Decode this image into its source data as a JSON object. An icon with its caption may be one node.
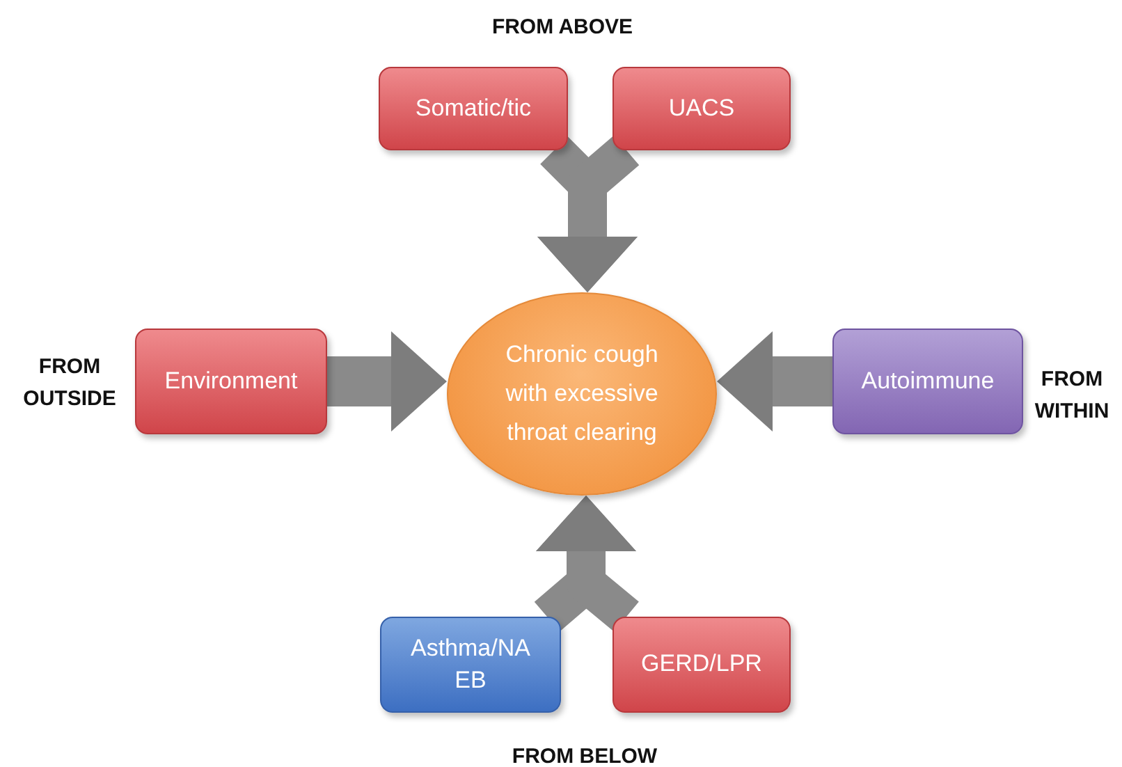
{
  "diagram": {
    "nodes": [
      {
        "text": [
          "Somatic/tic"
        ]
      },
      {
        "text": [
          "UACS"
        ]
      },
      {
        "text": [
          "Environment"
        ]
      },
      {
        "text": [
          "Chronic cough with excessive throat clearing"
        ]
      },
      {
        "text": [
          "Autoimmune"
        ]
      },
      {
        "text": [
          "Asthma/NA EB"
        ]
      },
      {
        "text": [
          "GERD/LPR"
        ]
      }
    ],
    "edges": [
      {
        "from": 0,
        "to": 3,
        "arrow": "to"
      },
      {
        "from": 1,
        "to": 3,
        "arrow": "to"
      },
      {
        "from": 2,
        "to": 3,
        "arrow": "to"
      },
      {
        "from": 4,
        "to": 3,
        "arrow": "to"
      },
      {
        "from": 5,
        "to": 3,
        "arrow": "to"
      },
      {
        "from": 6,
        "to": 3,
        "arrow": "to"
      }
    ],
    "labels": [
      "FROM ABOVE",
      "FROM OUTSIDE",
      "FROM WITHIN",
      "FROM BELOW"
    ]
  }
}
